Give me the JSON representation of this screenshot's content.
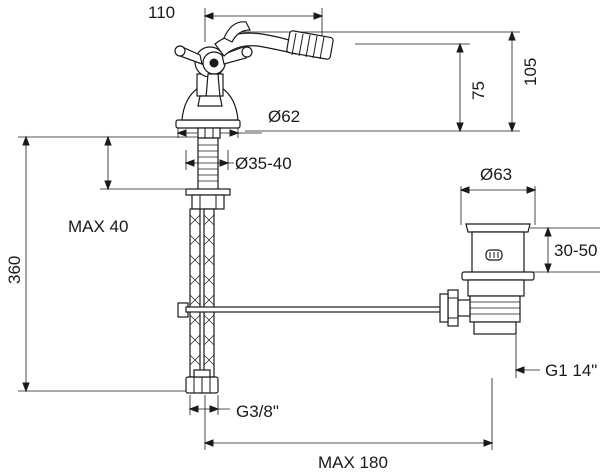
{
  "dimensions": {
    "spout_reach": "110",
    "total_height": "105",
    "spout_height": "75",
    "base_diameter": "Ø62",
    "hole_diameter": "Ø35-40",
    "max_deck_thickness": "MAX 40",
    "hose_length": "360",
    "waste_diameter": "Ø63",
    "waste_deck_range": "30-50",
    "waste_thread": "G1 14\"",
    "hose_thread": "G3/8\"",
    "max_rod_length": "MAX 180"
  }
}
